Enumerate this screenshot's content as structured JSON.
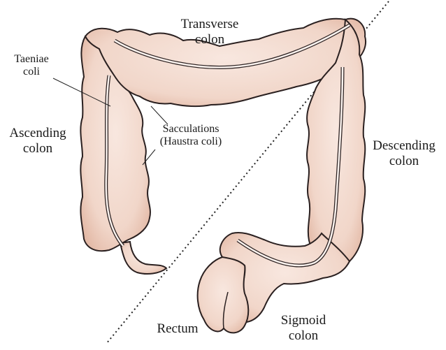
{
  "labels": {
    "transverse": [
      "Transverse",
      "colon"
    ],
    "taeniae": [
      "Taeniae",
      "coli"
    ],
    "ascending": [
      "Ascending",
      "colon"
    ],
    "sacculations": [
      "Sacculations",
      "(Haustra coli)"
    ],
    "descending": [
      "Descending",
      "colon"
    ],
    "rectum": "Rectum",
    "sigmoid": [
      "Sigmoid",
      "colon"
    ]
  },
  "colors": {
    "tissue_fill": "#f1d6c9",
    "tissue_shade": "#e3b9a6",
    "tissue_light": "#f8e7df",
    "outline": "#2a2020",
    "label_text": "#1a1a1a"
  }
}
